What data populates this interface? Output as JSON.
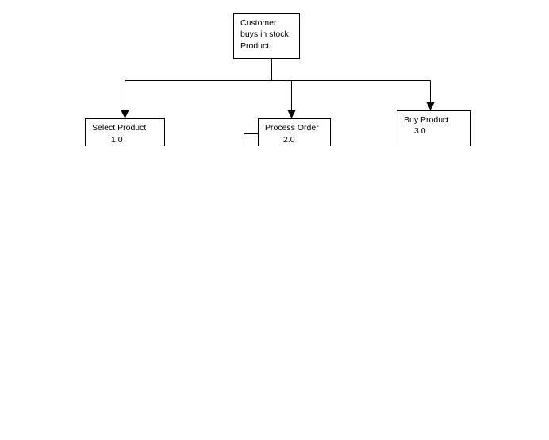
{
  "diagram": {
    "root": {
      "line1": "Customer",
      "line2": "buys in stock",
      "line3": "Product"
    },
    "nodes": [
      {
        "label": "Select Product",
        "number": "1.0"
      },
      {
        "label": "Process Order",
        "number": "2.0"
      },
      {
        "label": "Buy Product",
        "number": "3.0"
      }
    ]
  }
}
